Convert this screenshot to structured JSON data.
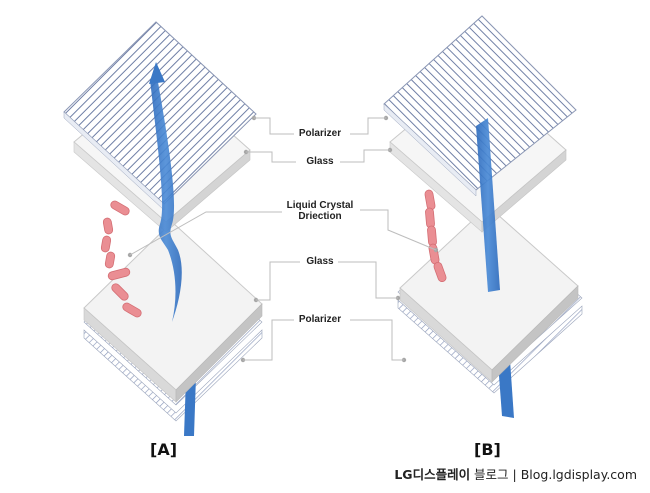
{
  "labels": {
    "polarizer_top": "Polarizer",
    "glass_top": "Glass",
    "lc_line1": "Liquid Crystal",
    "lc_line2": "Driection",
    "glass_bottom": "Glass",
    "polarizer_bottom": "Polarizer"
  },
  "panels": {
    "a": "[A]",
    "b": "[B]"
  },
  "credit": {
    "brand": "LG디스플레이",
    "rest": " 블로그 | Blog.lgdisplay.com"
  },
  "colors": {
    "light_beam": "#3f7dc9",
    "liquid_crystal": "#e8898e",
    "polarizer_lines": "#7d8db0",
    "glass_face": "#f4f4f4",
    "leader_line": "#bdbdbd"
  }
}
